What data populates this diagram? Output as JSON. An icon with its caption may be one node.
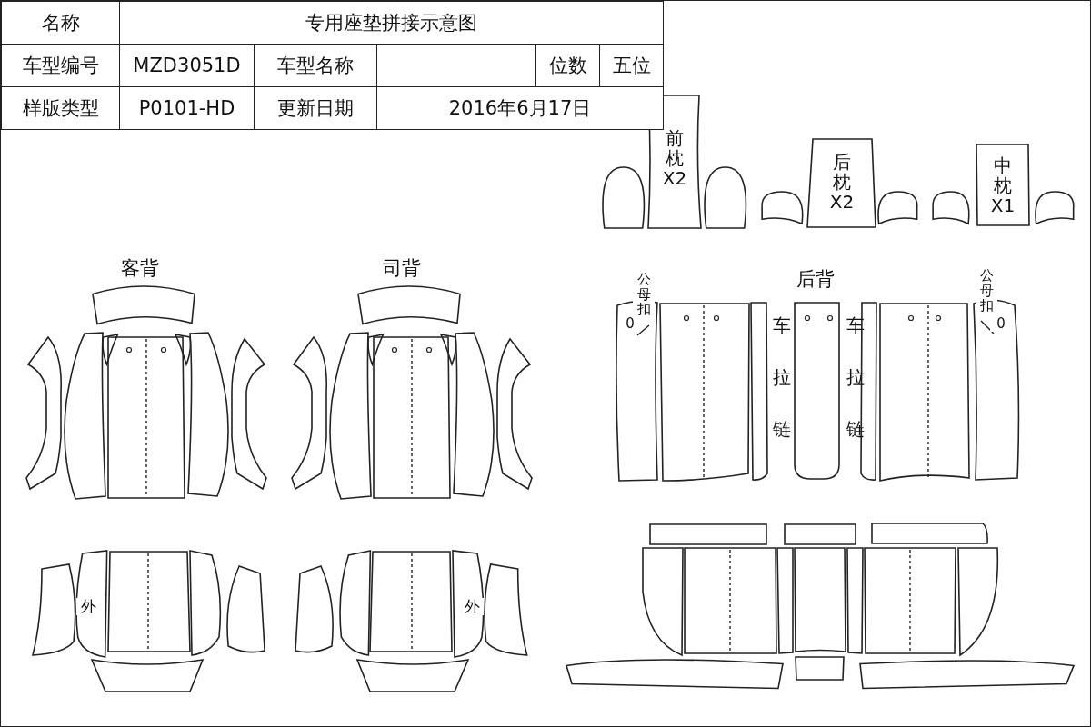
{
  "diagram": {
    "nodes": [
      {
        "text": [],
        "shape": "box"
      },
      {
        "text": [
          "前枕X2"
        ]
      },
      {
        "text": [],
        "shape": "box"
      },
      {
        "text": [],
        "shape": "box"
      },
      {
        "text": [
          "后枕X2"
        ]
      },
      {
        "text": [],
        "shape": "box"
      },
      {
        "text": [],
        "shape": "box"
      },
      {
        "text": [
          "中枕X1"
        ]
      },
      {
        "text": [],
        "shape": "box"
      },
      {
        "text": [],
        "shape": "box"
      },
      {
        "text": [],
        "shape": "box"
      },
      {
        "text": [],
        "shape": "box"
      },
      {
        "text": [],
        "shape": "box"
      },
      {
        "text": [],
        "shape": "box"
      },
      {
        "text": [],
        "shape": "box"
      },
      {
        "text": [],
        "shape": "box"
      },
      {
        "text": [],
        "shape": "box"
      },
      {
        "text": [],
        "shape": "box"
      },
      {
        "text": [],
        "shape": "box"
      },
      {
        "text": [],
        "shape": "box"
      },
      {
        "text": [],
        "shape": "box"
      },
      {
        "text": [],
        "shape": "box"
      },
      {
        "text": [],
        "shape": "box"
      },
      {
        "text": [],
        "shape": "box"
      },
      {
        "text": [],
        "shape": "box"
      },
      {
        "text": [
          "公母扣",
          "0"
        ]
      },
      {
        "text": [],
        "shape": "box"
      },
      {
        "text": [],
        "shape": "box"
      },
      {
        "text": [],
        "shape": "box"
      },
      {
        "text": [],
        "shape": "box"
      },
      {
        "text": [],
        "shape": "box"
      },
      {
        "text": [
          "公母扣",
          "0"
        ]
      },
      {
        "text": [],
        "shape": "box"
      },
      {
        "text": [
          "外"
        ]
      },
      {
        "text": [],
        "shape": "box"
      },
      {
        "text": [],
        "shape": "box"
      },
      {
        "text": [],
        "shape": "box"
      },
      {
        "text": [],
        "shape": "box"
      },
      {
        "text": [],
        "shape": "box"
      },
      {
        "text": [],
        "shape": "box"
      },
      {
        "text": [],
        "shape": "box"
      },
      {
        "text": [
          "外"
        ]
      },
      {
        "text": [],
        "shape": "box"
      },
      {
        "text": [],
        "shape": "box"
      },
      {
        "text": [],
        "shape": "box"
      },
      {
        "text": [],
        "shape": "box"
      },
      {
        "text": [],
        "shape": "box"
      },
      {
        "text": [],
        "shape": "box"
      },
      {
        "text": [],
        "shape": "box"
      },
      {
        "text": [],
        "shape": "box"
      },
      {
        "text": [],
        "shape": "box"
      },
      {
        "text": [],
        "shape": "box"
      },
      {
        "text": [],
        "shape": "box"
      },
      {
        "text": [],
        "shape": "box"
      },
      {
        "text": [],
        "shape": "box"
      },
      {
        "text": [],
        "shape": "box"
      },
      {
        "text": [],
        "shape": "box"
      }
    ],
    "edges": [],
    "labels": [
      "名称",
      "专用座垫拼接示意图",
      "车型编号",
      "MZD3051D",
      "车型名称",
      "位数",
      "五位",
      "样版类型",
      "P0101-HD",
      "更新日期",
      "2016年6月17日",
      "客背",
      "司背",
      "后背",
      "车拉链",
      "车拉链"
    ]
  }
}
